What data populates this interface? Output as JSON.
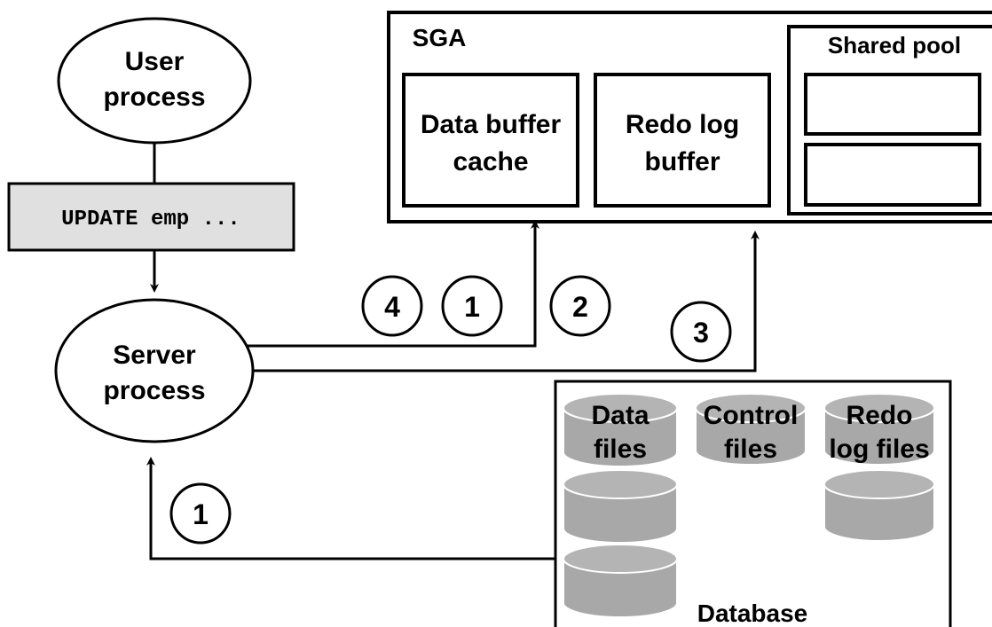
{
  "user_process": {
    "line1": "User",
    "line2": "process"
  },
  "sql_statement": "UPDATE emp ...",
  "server_process": {
    "line1": "Server",
    "line2": "process"
  },
  "sga": {
    "title": "SGA",
    "data_buffer_cache": {
      "line1": "Data buffer",
      "line2": "cache"
    },
    "redo_log_buffer": {
      "line1": "Redo log",
      "line2": "buffer"
    },
    "shared_pool": {
      "title": "Shared pool"
    }
  },
  "steps": {
    "a": "4",
    "b": "1",
    "c": "2",
    "d": "3",
    "e": "1"
  },
  "database": {
    "title": "Database",
    "data_files": {
      "line1": "Data",
      "line2": "files"
    },
    "control_files": {
      "line1": "Control",
      "line2": "files"
    },
    "redo_log_files": {
      "line1": "Redo",
      "line2": "log files"
    }
  },
  "colors": {
    "cylinder_fill": "#a8a8a8",
    "cylinder_top": "#b4b4b4",
    "sql_box_fill": "#e0e0e0"
  }
}
